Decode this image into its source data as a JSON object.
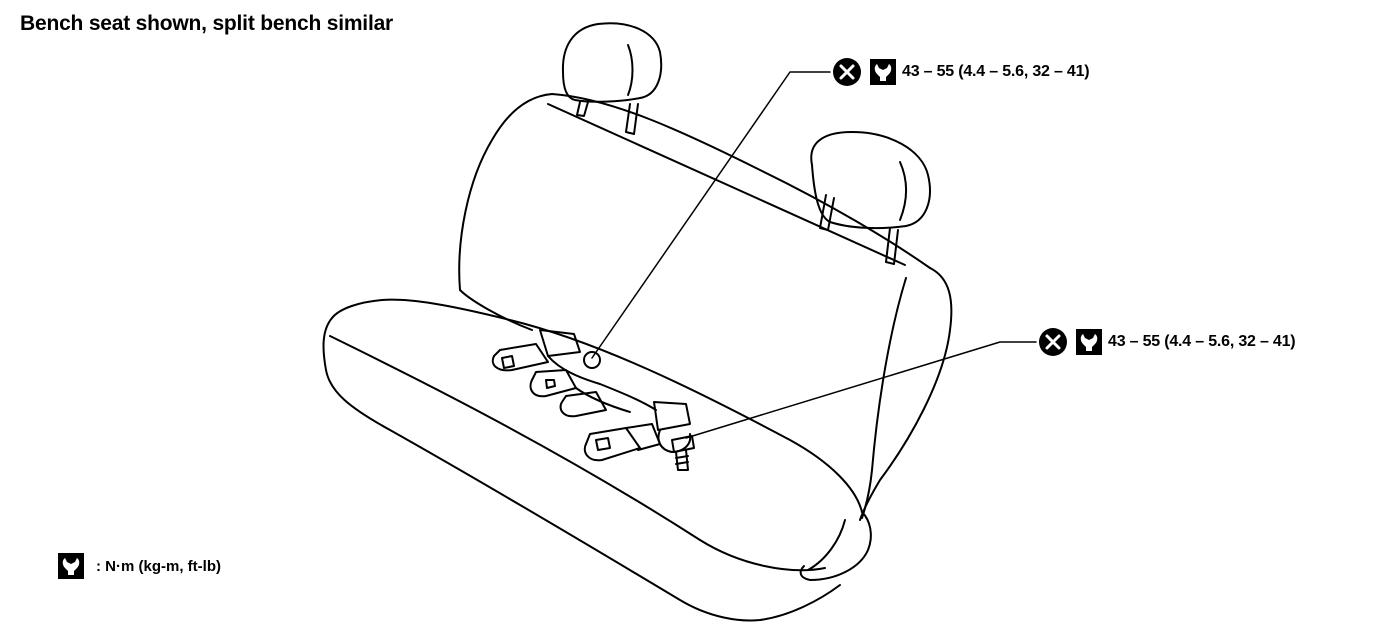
{
  "title": "Bench seat shown, split bench similar",
  "callouts": [
    {
      "icons": [
        "do-not-reuse-icon",
        "torque-wrench-icon"
      ],
      "torque": "43 – 55 (4.4 – 5.6, 32 – 41)"
    },
    {
      "icons": [
        "do-not-reuse-icon",
        "torque-wrench-icon"
      ],
      "torque": "43 – 55 (4.4 – 5.6, 32 – 41)"
    }
  ],
  "legend": {
    "icon": "torque-wrench-icon",
    "text": ": N·m (kg-m, ft-lb)"
  }
}
